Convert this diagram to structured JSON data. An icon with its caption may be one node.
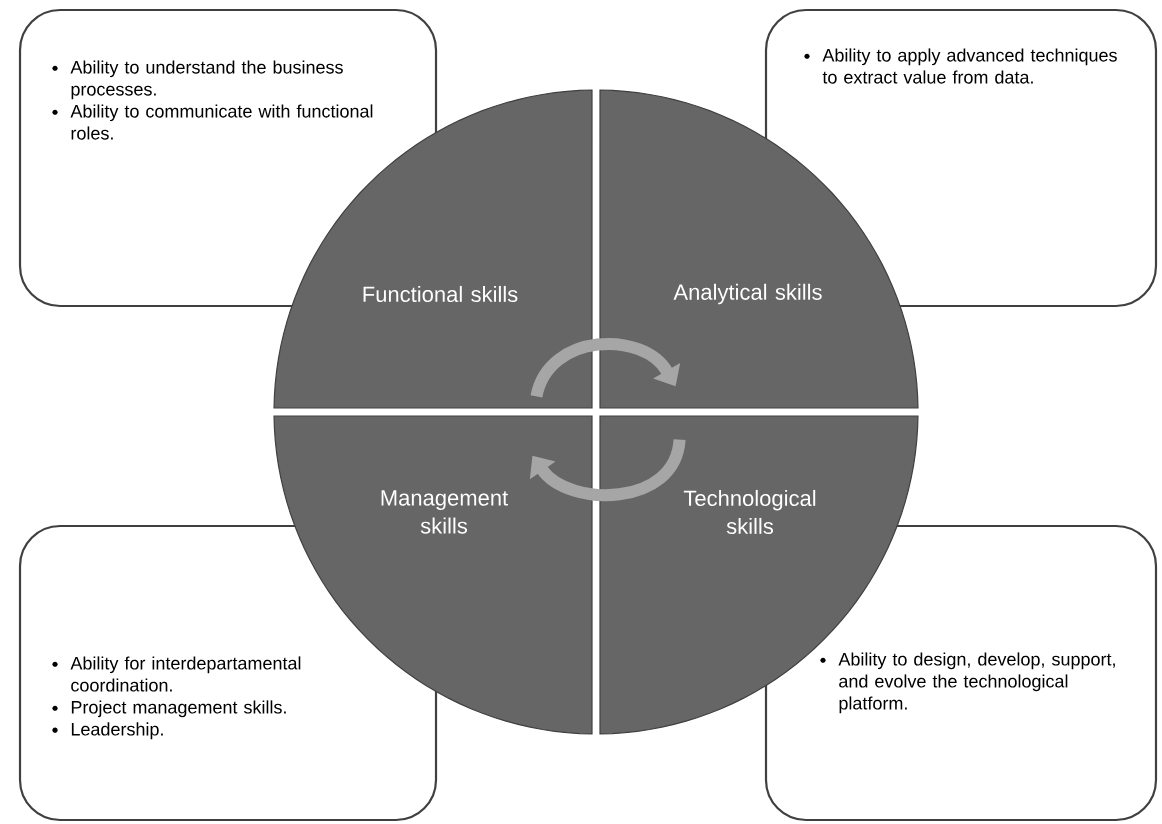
{
  "diagram": {
    "nodes": [
      {
        "text": [
          "Ability to understand the business processes.",
          "Ability to communicate with functional roles."
        ]
      },
      {
        "text": [
          "Ability to apply advanced techniques to extract value from data."
        ]
      },
      {
        "text": [
          "Functional skills"
        ]
      },
      {
        "text": [
          "Analytical skills"
        ]
      },
      {
        "text": [
          "Management skills"
        ]
      },
      {
        "text": [
          "Technological skills"
        ]
      },
      {
        "text": [
          "Ability for interdepartamental coordination.",
          "Project management skills.",
          "Leadership."
        ]
      },
      {
        "text": [
          "Ability to design, develop, support, and evolve the technological platform."
        ]
      }
    ],
    "edges": [
      {
        "from": 2,
        "to": 3,
        "arrow": "to"
      },
      {
        "from": 5,
        "to": 4,
        "arrow": "to"
      }
    ]
  }
}
